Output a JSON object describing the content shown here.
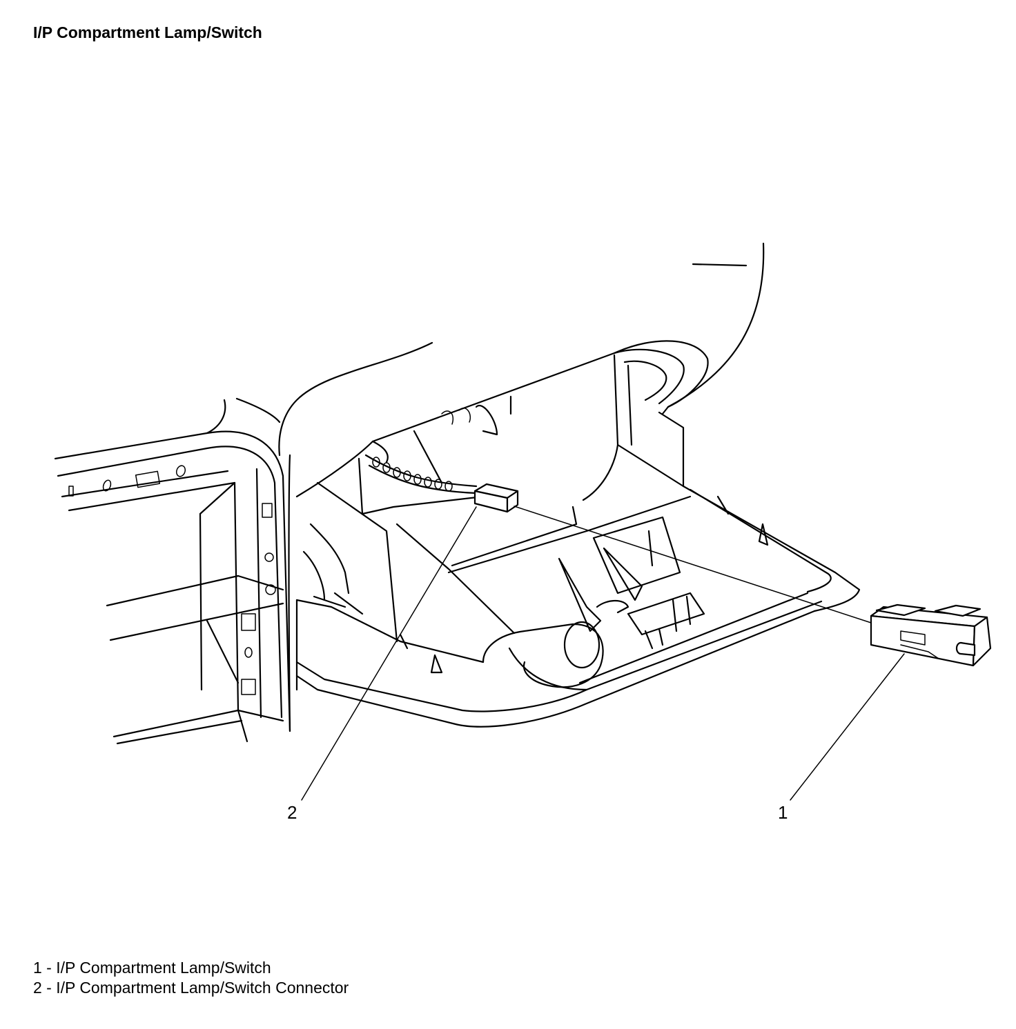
{
  "title": "I/P Compartment Lamp/Switch",
  "callouts": [
    {
      "number": "1"
    },
    {
      "number": "2"
    }
  ],
  "legend": [
    {
      "text": "1 - I/P Compartment Lamp/Switch"
    },
    {
      "text": "2 - I/P Compartment Lamp/Switch Connector"
    }
  ]
}
